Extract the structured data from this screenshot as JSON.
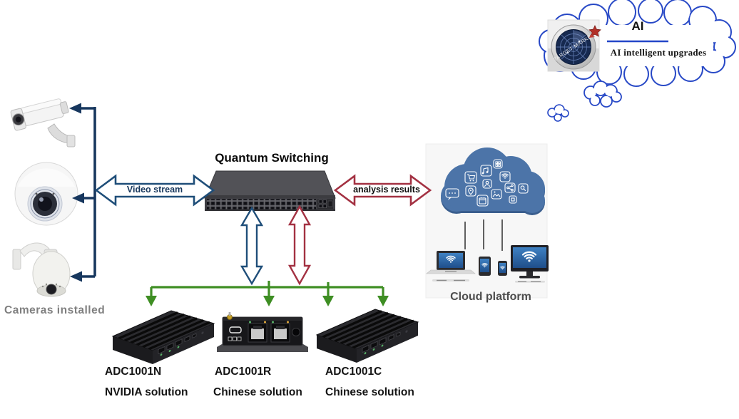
{
  "labels": {
    "quantum_switching": "Quantum Switching",
    "video_stream": "Video stream",
    "analysis_results": "analysis results",
    "cameras_installed": "Cameras installed",
    "cloud_platform": "Cloud platform"
  },
  "thought_bubble": {
    "ai": "AI",
    "subtitle": "AI intelligent upgrades",
    "logo_text": "TARGET MARKET"
  },
  "devices": [
    {
      "model": "ADC1001N",
      "solution": "NVIDIA solution"
    },
    {
      "model": "ADC1001R",
      "solution": "Chinese solution"
    },
    {
      "model": "ADC1001C",
      "solution": "Chinese solution"
    }
  ],
  "cameras": [
    "bullet-camera",
    "dome-camera",
    "ptz-camera"
  ],
  "cloud_icons": [
    "chat-icon",
    "cart-icon",
    "pin-icon",
    "music-icon",
    "person-icon",
    "calendar-icon",
    "grid-icon",
    "wifi-icon",
    "picture-icon",
    "share-icon",
    "search-icon"
  ],
  "client_devices": [
    "laptop",
    "tablet",
    "phone",
    "monitor"
  ],
  "colors": {
    "connector_blue": "#17375E",
    "arrow_blue_outline": "#1F4E79",
    "arrow_red_outline": "#A33142",
    "distribution_green": "#3E8E23",
    "cloud_blue": "#4C74A8",
    "bubble_blue": "#2748C6",
    "switch_gray": "#4A4A4F"
  }
}
